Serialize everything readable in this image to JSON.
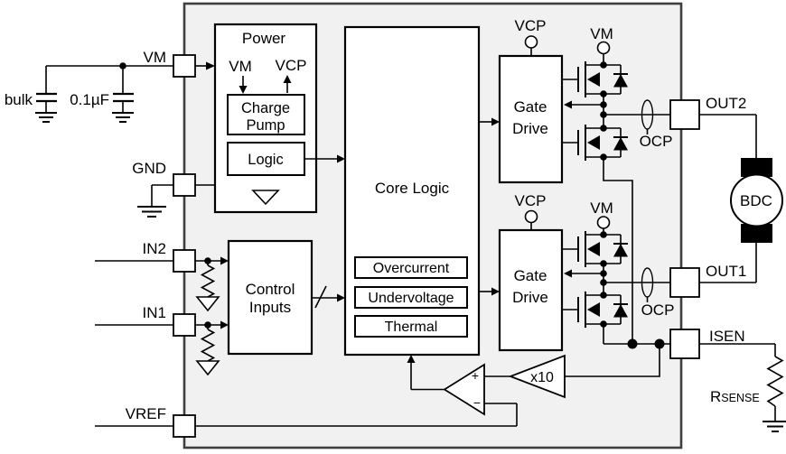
{
  "colors": {
    "chip_fill": "#f1f1f1",
    "chip_border": "#3f3f3f",
    "line": "#000000",
    "block_fill": "#ffffff"
  },
  "external_left": {
    "bulk_cap_label": "bulk",
    "decoupling_cap_label": "0.1µF"
  },
  "pins": {
    "vm": "VM",
    "gnd": "GND",
    "in2": "IN2",
    "in1": "IN1",
    "vref": "VREF",
    "out2": "OUT2",
    "out1": "OUT1",
    "isen": "ISEN"
  },
  "power": {
    "title": "Power",
    "vm": "VM",
    "vcp": "VCP",
    "charge_line1": "Charge",
    "charge_line2": "Pump",
    "logic": "Logic"
  },
  "core": {
    "title": "Core Logic",
    "overcurrent": "Overcurrent",
    "undervoltage": "Undervoltage",
    "thermal": "Thermal"
  },
  "control": {
    "line1": "Control",
    "line2": "Inputs"
  },
  "gate_drive1": {
    "line1": "Gate",
    "line2": "Drive",
    "vcp": "VCP",
    "vm": "VM",
    "ocp": "OCP"
  },
  "gate_drive2": {
    "line1": "Gate",
    "line2": "Drive",
    "vcp": "VCP",
    "vm": "VM",
    "ocp": "OCP"
  },
  "sense_path": {
    "gain": "x10",
    "plus": "+",
    "minus": "−",
    "rsense_main": "R",
    "rsense_sub": "SENSE"
  },
  "motor": {
    "label": "BDC"
  }
}
